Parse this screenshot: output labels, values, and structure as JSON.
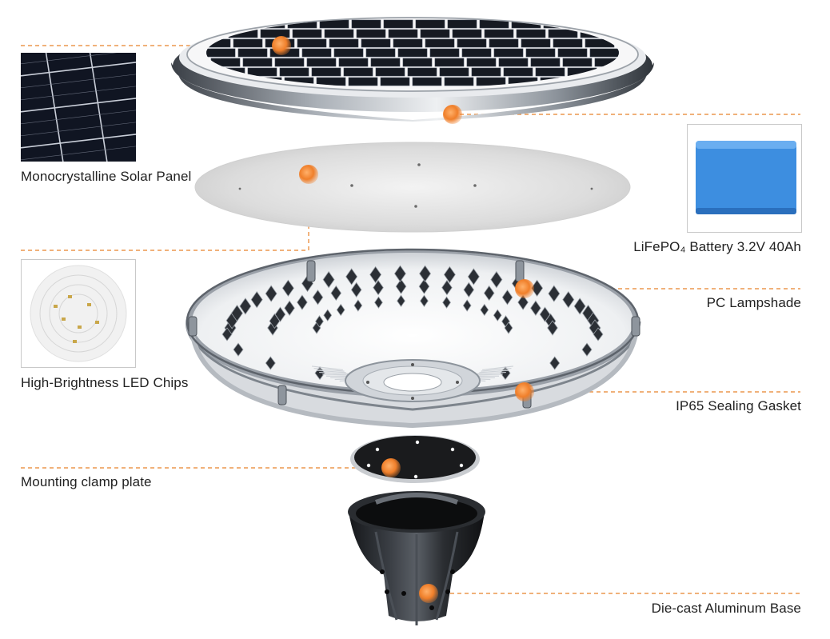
{
  "colors": {
    "leader_line": "#e8822a",
    "callout_dot": "#f07f2a",
    "label_text": "#222222",
    "thumb_border": "#c9c9c9",
    "battery_blue": "#3d8ee0"
  },
  "callouts": [
    {
      "id": "solar-panel",
      "label": "Monocrystalline Solar Panel",
      "thumbnail": "solar-cell-thumbnail"
    },
    {
      "id": "battery",
      "label": "LiFePO₄ Battery 3.2V 40Ah",
      "thumbnail": "battery-thumbnail"
    },
    {
      "id": "lampshade",
      "label": "PC Lampshade"
    },
    {
      "id": "led-chips",
      "label": "High-Brightness LED Chips",
      "thumbnail": "led-board-thumbnail"
    },
    {
      "id": "gasket",
      "label": "IP65 Sealing Gasket"
    },
    {
      "id": "clamp-plate",
      "label": "Mounting clamp plate"
    },
    {
      "id": "base",
      "label": "Die-cast Aluminum Base"
    }
  ]
}
